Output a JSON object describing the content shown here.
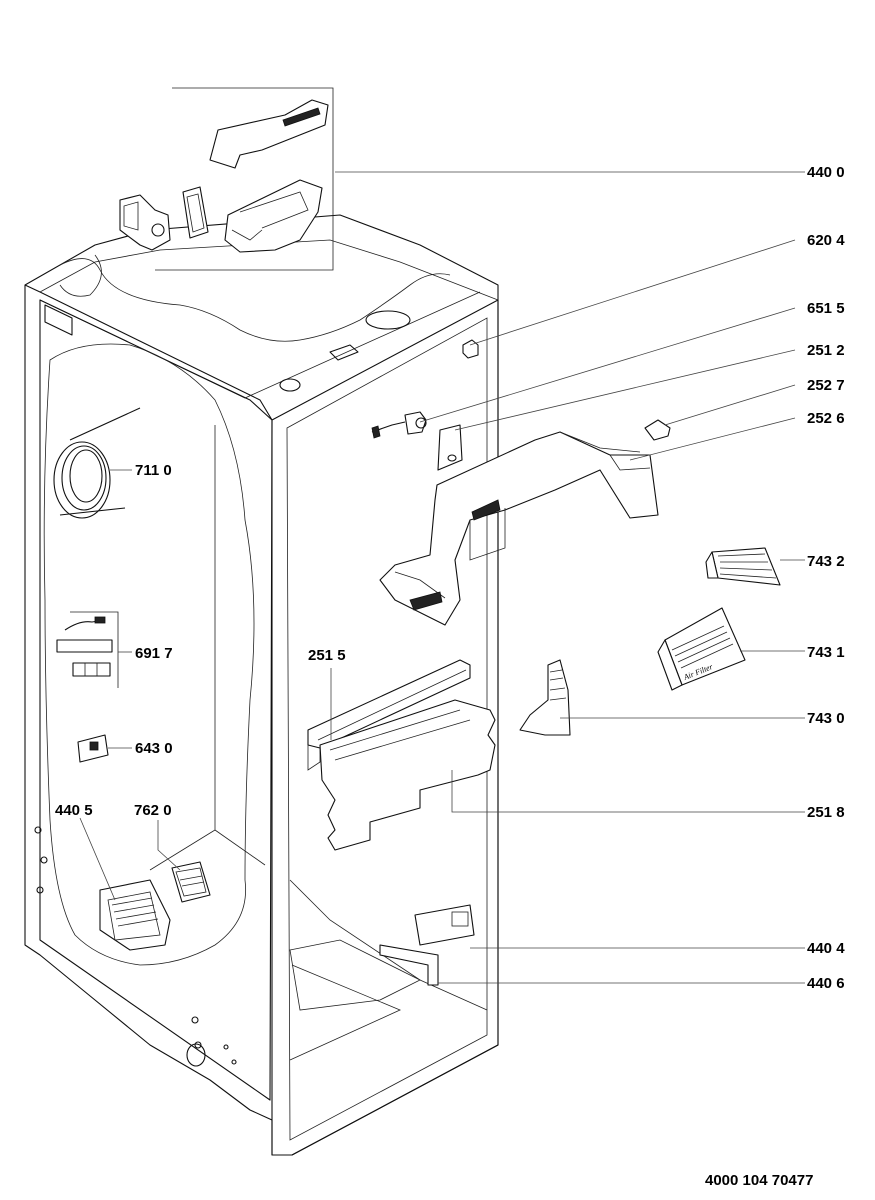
{
  "callouts": {
    "c4400": "440 0",
    "c6204": "620 4",
    "c6515": "651 5",
    "c2512": "251 2",
    "c2527": "252 7",
    "c2526": "252 6",
    "c7110": "711 0",
    "c7432": "743 2",
    "c6917": "691 7",
    "c7431": "743 1",
    "c2515": "251 5",
    "c7430": "743 0",
    "c6430": "643 0",
    "c4405": "440 5",
    "c7620": "762 0",
    "c2518": "251 8",
    "c4404": "440 4",
    "c4406": "440 6"
  },
  "filter_text": "Air Filter",
  "document_number": "4000 104 70477"
}
